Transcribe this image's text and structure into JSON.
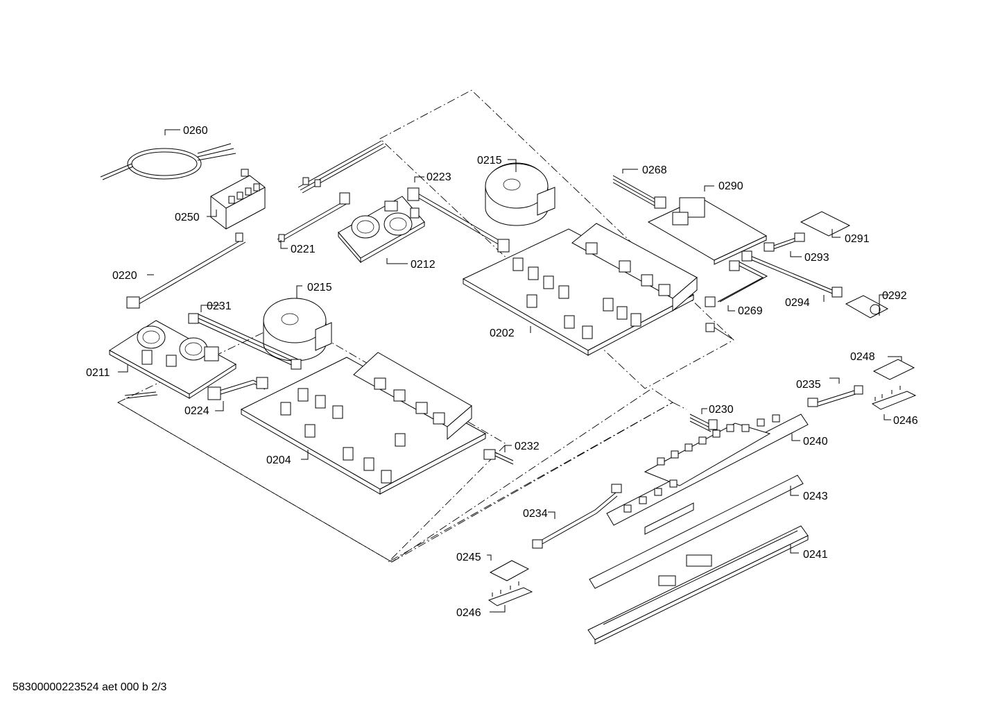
{
  "footer": {
    "document_code": "58300000223524 aet 000 b 2/3"
  },
  "parts": {
    "p0260": "0260",
    "p0250": "0250",
    "p0221": "0221",
    "p0223": "0223",
    "p0212": "0212",
    "p0215a": "0215",
    "p0268": "0268",
    "p0290": "0290",
    "p0291": "0291",
    "p0293": "0293",
    "p0220": "0220",
    "p0215b": "0215",
    "p0231": "0231",
    "p0202": "0202",
    "p0269": "0269",
    "p0294": "0294",
    "p0292": "0292",
    "p0211": "0211",
    "p0224": "0224",
    "p0248": "0248",
    "p0235": "0235",
    "p0246a": "0246",
    "p0230": "0230",
    "p0240": "0240",
    "p0232": "0232",
    "p0204": "0204",
    "p0243": "0243",
    "p0234": "0234",
    "p0241": "0241",
    "p0245": "0245",
    "p0246b": "0246"
  }
}
